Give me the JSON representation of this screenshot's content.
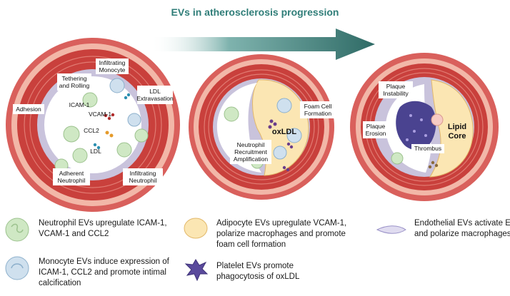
{
  "title": "EVs in atherosclerosis progression",
  "panels": {
    "left": {
      "labels": {
        "infiltrating_monocyte": [
          "Infiltrating",
          "Monocyte"
        ],
        "tethering": [
          "Tethering",
          "and Rolling"
        ],
        "adhesion": "Adhesion",
        "ldl_extravasation": [
          "LDL",
          "Extravasation"
        ],
        "icam": "ICAM-1",
        "vcam": "VCAM-1",
        "ccl2": "CCL2",
        "ldl": "LDL",
        "adherent_neutrophil": [
          "Adherent",
          "Neutrophil"
        ],
        "infiltrating_neutrophil": [
          "Infiltrating",
          "Neutrophil"
        ]
      }
    },
    "middle": {
      "labels": {
        "foam_cell": [
          "Foam Cell",
          "Formation"
        ],
        "oxldl": "oxLDL",
        "neutrophil_recruitment": [
          "Neutrophil",
          "Recruitment",
          "Amplification"
        ]
      }
    },
    "right": {
      "labels": {
        "plaque_instability": [
          "Plaque",
          "Instability"
        ],
        "plaque_erosion": [
          "Plaque",
          "Erosion"
        ],
        "thrombus": "Thrombus",
        "lipid_core": [
          "Lipid",
          "Core"
        ]
      }
    }
  },
  "legend": [
    {
      "icon": "neutrophil-icon",
      "lines": [
        "Neutrophil EVs upregulate ICAM-1,",
        "VCAM-1 and CCL2"
      ]
    },
    {
      "icon": "adipocyte-icon",
      "lines": [
        "Adipocyte EVs upregulate VCAM-1,",
        "polarize macrophages and promote",
        "foam cell formation"
      ]
    },
    {
      "icon": "endothelial-cell-icon",
      "lines": [
        "Endothelial EVs activate ECs",
        "and polarize macrophages"
      ]
    },
    {
      "icon": "monocyte-icon",
      "lines": [
        "Monocyte EVs induce expression of",
        "ICAM-1, CCL2 and promote intimal",
        "calcification"
      ]
    },
    {
      "icon": "platelet-icon",
      "lines": [
        "Platelet EVs promote",
        "phagocytosis of oxLDL"
      ]
    }
  ],
  "colors": {
    "title": "#2f7d78",
    "arrow": "#2f6b66",
    "vessel_outer": "#d9605c",
    "vessel_adventitia": "#f2b7a8",
    "vessel_media": "#c9403c",
    "vessel_intima": "#c9c3dc",
    "lumen": "#ffffff",
    "neutrophil": "#cfe8c4",
    "adipocyte": "#fbe6b3",
    "platelet": "#5a4a9c",
    "monocyte": "#cfe0ee"
  }
}
